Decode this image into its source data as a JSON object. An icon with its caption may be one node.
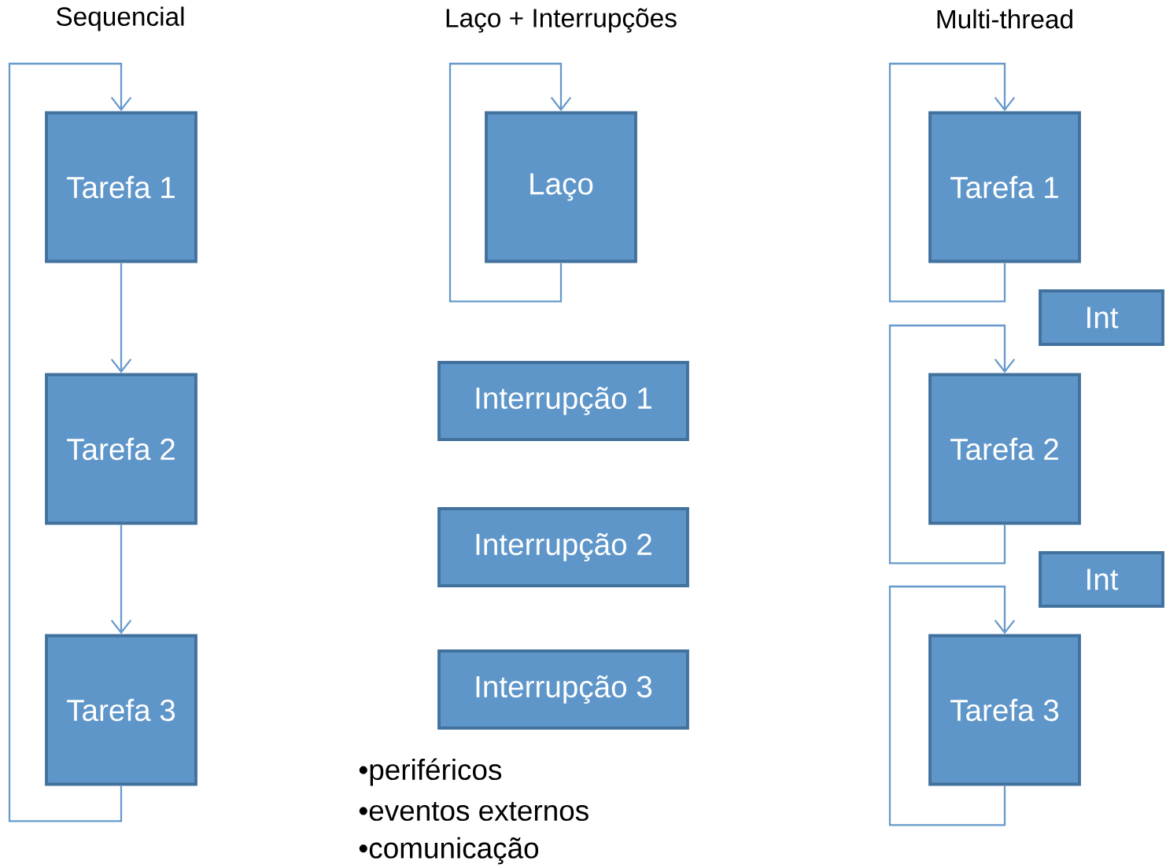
{
  "diagram": {
    "nodes": [
      {
        "text": [
          "Tarefa 1"
        ]
      },
      {
        "text": [
          "Tarefa 2"
        ]
      },
      {
        "text": [
          "Tarefa 3"
        ]
      },
      {
        "text": [
          "Laço"
        ]
      },
      {
        "text": [
          "Interrupção 1"
        ]
      },
      {
        "text": [
          "Interrupção 2"
        ]
      },
      {
        "text": [
          "Interrupção 3"
        ]
      },
      {
        "text": [
          "Tarefa 1"
        ]
      },
      {
        "text": [
          "Int"
        ]
      },
      {
        "text": [
          "Tarefa 2"
        ]
      },
      {
        "text": [
          "Int"
        ]
      },
      {
        "text": [
          "Tarefa 3"
        ]
      }
    ],
    "edges": [
      {
        "from": 0,
        "to": 1,
        "arrow": "to"
      },
      {
        "from": 1,
        "to": 2,
        "arrow": "to"
      },
      {
        "from": 2,
        "to": 0,
        "arrow": "to"
      },
      {
        "from": 3,
        "to": 3,
        "arrow": "to"
      },
      {
        "from": 7,
        "to": 7,
        "arrow": "to"
      },
      {
        "from": 9,
        "to": 9,
        "arrow": "to"
      },
      {
        "from": 11,
        "to": 11,
        "arrow": "to"
      }
    ],
    "labels": [
      "Sequencial",
      "Laço + Interrupções",
      "Multi-thread",
      "•periféricos",
      "•eventos externos",
      "•comunicação"
    ]
  }
}
